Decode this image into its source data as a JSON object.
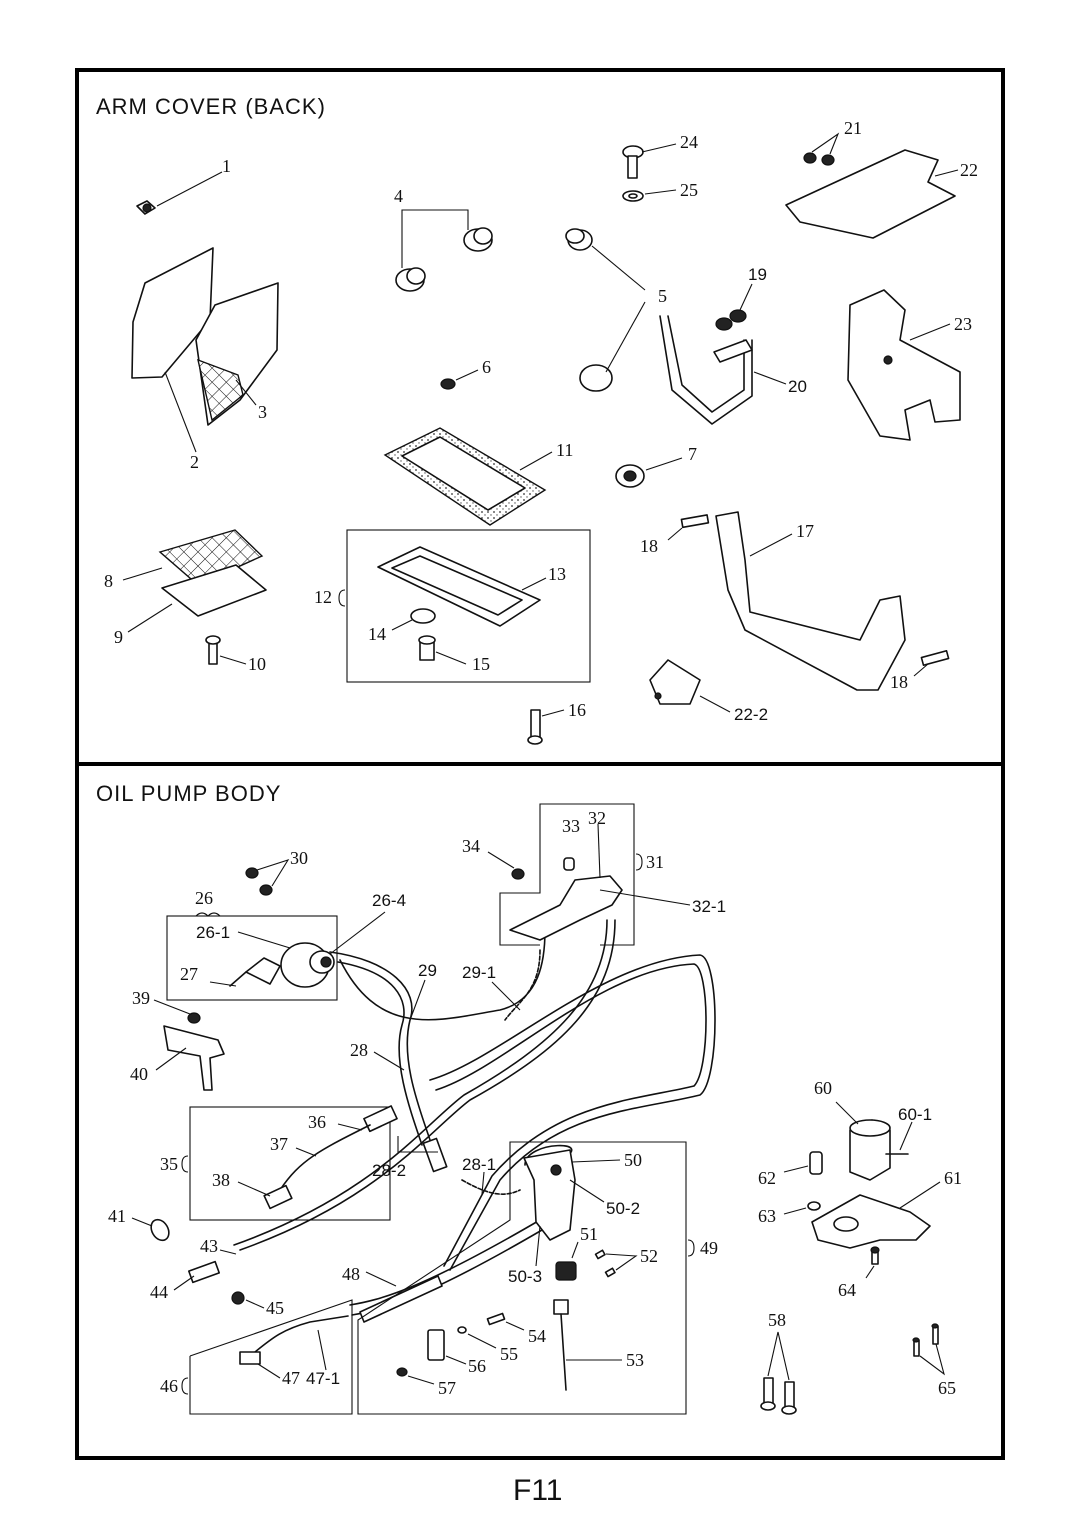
{
  "sections": [
    {
      "title": "ARM  COVER  (BACK)"
    },
    {
      "title": "OIL  PUMP  BODY"
    }
  ],
  "page_number": "F11",
  "callouts": [
    "1",
    "2",
    "3",
    "4",
    "5",
    "6",
    "7",
    "8",
    "9",
    "10",
    "11",
    "12",
    "13",
    "14",
    "15",
    "16",
    "17",
    "18",
    "18",
    "19",
    "20",
    "21",
    "22",
    "22-2",
    "23",
    "24",
    "25",
    "26",
    "26-1",
    "26-4",
    "27",
    "28",
    "28-1",
    "28-2",
    "29",
    "29-1",
    "30",
    "31",
    "32",
    "32-1",
    "33",
    "34",
    "35",
    "36",
    "37",
    "38",
    "39",
    "40",
    "41",
    "43",
    "44",
    "45",
    "46",
    "47",
    "47-1",
    "48",
    "49",
    "50",
    "50-2",
    "50-3",
    "51",
    "52",
    "53",
    "54",
    "55",
    "56",
    "57",
    "58",
    "60",
    "60-1",
    "61",
    "62",
    "63",
    "64",
    "65"
  ]
}
